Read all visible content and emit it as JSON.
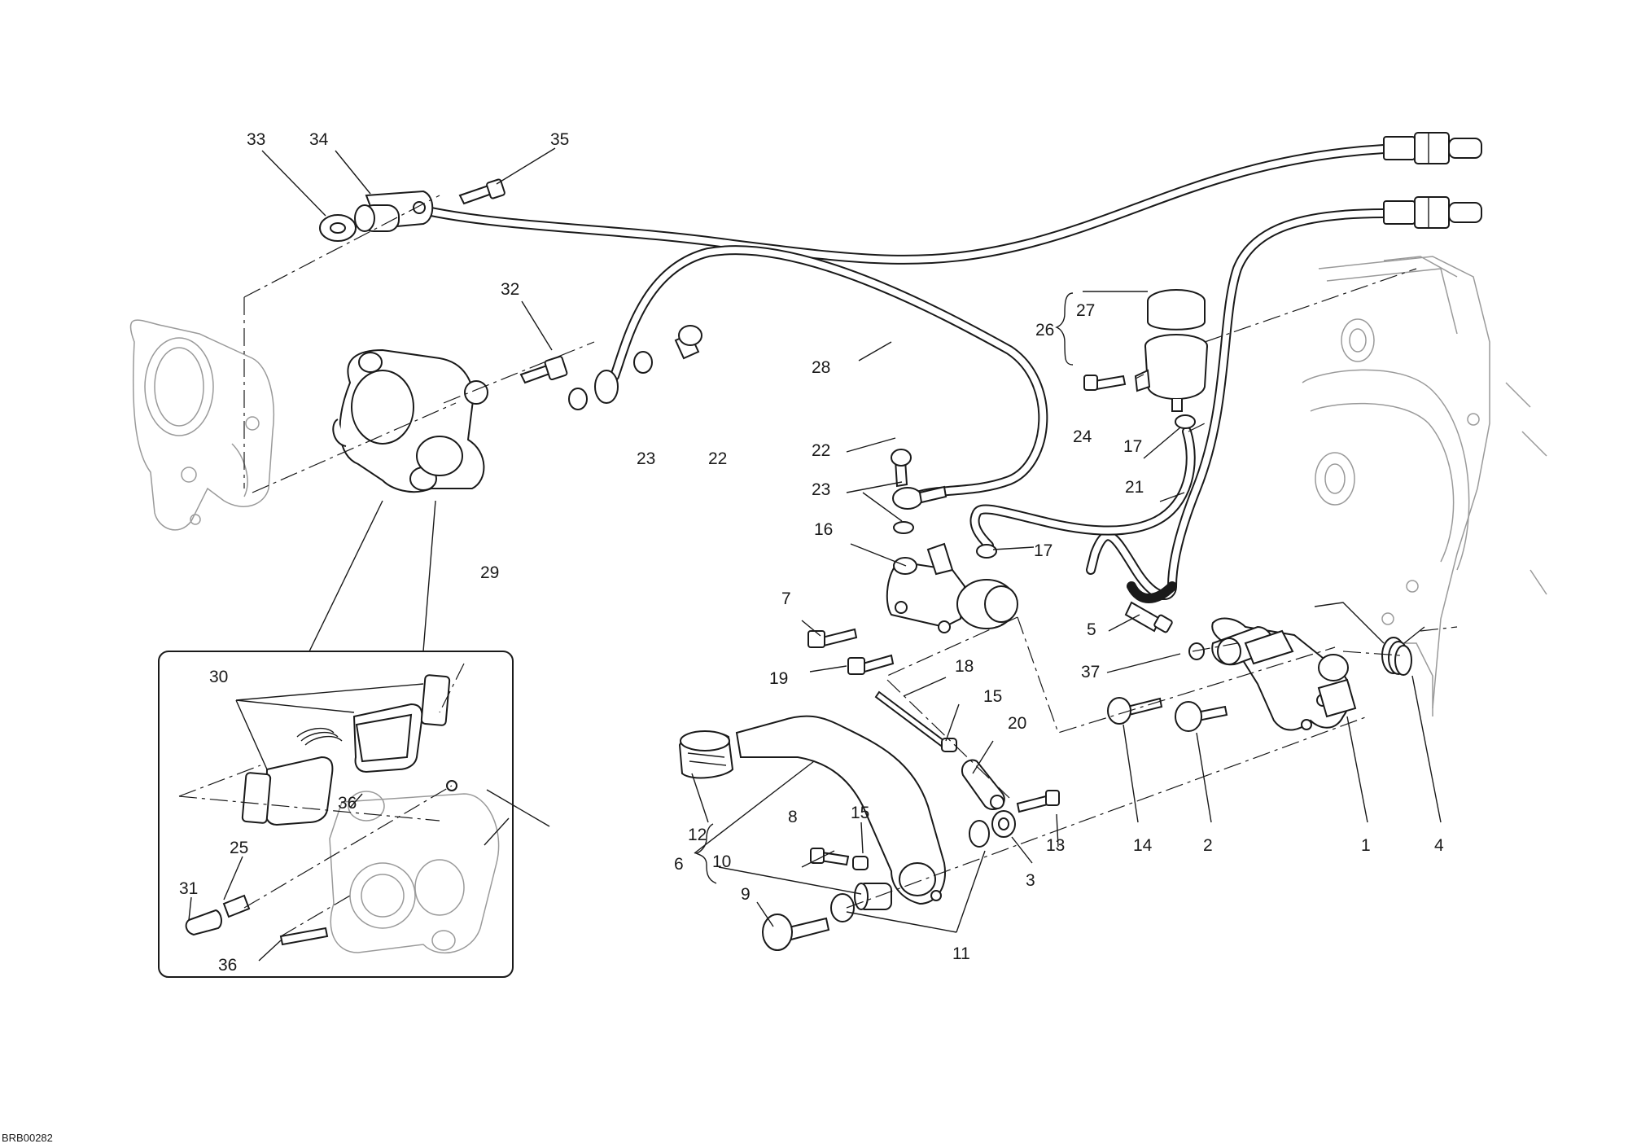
{
  "drawing_code": "BRB00282",
  "part_numbers": [
    "1",
    "2",
    "3",
    "4",
    "5",
    "6",
    "7",
    "8",
    "9",
    "10",
    "11",
    "12",
    "13",
    "14",
    "15",
    "15",
    "16",
    "17",
    "17",
    "18",
    "19",
    "20",
    "21",
    "22",
    "22",
    "23",
    "23",
    "24",
    "25",
    "26",
    "27",
    "28",
    "29",
    "30",
    "31",
    "32",
    "33",
    "34",
    "35",
    "36",
    "36",
    "37"
  ],
  "colors": {
    "line": "#1a1a1a",
    "ghost": "#9a9a9a",
    "background": "#ffffff"
  }
}
